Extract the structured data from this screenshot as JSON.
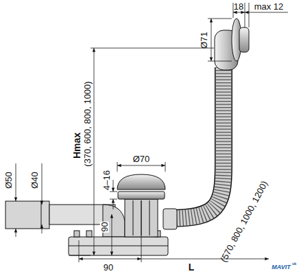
{
  "diagram": {
    "labels": [
      "18",
      "max 12",
      "Ø71",
      "Hmax",
      "(370, 600, 800, 1000)",
      "4–16",
      "Ø70",
      "Ø50",
      "Ø40",
      "90",
      "90",
      "L",
      "(570, 800, 1000, 1200)",
      "MAVIT",
      "sk"
    ]
  }
}
